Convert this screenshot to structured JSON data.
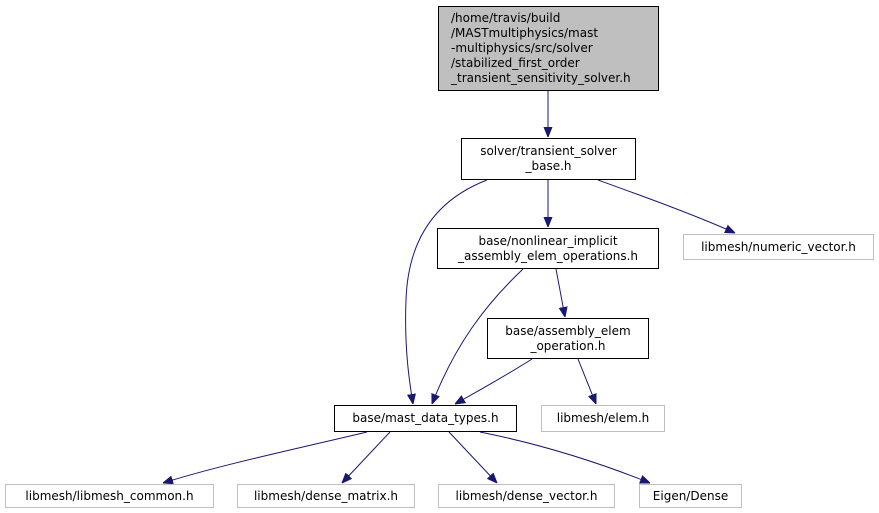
{
  "graph": {
    "colors": {
      "edge": "#191970",
      "root_fill": "#bfbfbf",
      "node_border": "#000000",
      "external_border": "#bfbfbf",
      "background": "#ffffff"
    },
    "nodes": {
      "root": {
        "lines": [
          "/home/travis/build",
          "/MASTmultiphysics/mast",
          "-multiphysics/src/solver",
          "/stabilized_first_order",
          "_transient_sensitivity_solver.h"
        ]
      },
      "transient_solver_base": {
        "lines": [
          "solver/transient_solver",
          "_base.h"
        ]
      },
      "nonlinear_implicit": {
        "lines": [
          "base/nonlinear_implicit",
          "_assembly_elem_operations.h"
        ]
      },
      "numeric_vector": {
        "lines": [
          "libmesh/numeric_vector.h"
        ]
      },
      "assembly_elem_operation": {
        "lines": [
          "base/assembly_elem",
          "_operation.h"
        ]
      },
      "mast_data_types": {
        "lines": [
          "base/mast_data_types.h"
        ]
      },
      "elem": {
        "lines": [
          "libmesh/elem.h"
        ]
      },
      "libmesh_common": {
        "lines": [
          "libmesh/libmesh_common.h"
        ]
      },
      "dense_matrix": {
        "lines": [
          "libmesh/dense_matrix.h"
        ]
      },
      "dense_vector": {
        "lines": [
          "libmesh/dense_vector.h"
        ]
      },
      "eigen_dense": {
        "lines": [
          "Eigen/Dense"
        ]
      }
    },
    "edges": [
      {
        "from": "root",
        "to": "transient_solver_base"
      },
      {
        "from": "transient_solver_base",
        "to": "nonlinear_implicit"
      },
      {
        "from": "transient_solver_base",
        "to": "numeric_vector"
      },
      {
        "from": "transient_solver_base",
        "to": "mast_data_types"
      },
      {
        "from": "nonlinear_implicit",
        "to": "assembly_elem_operation"
      },
      {
        "from": "nonlinear_implicit",
        "to": "mast_data_types"
      },
      {
        "from": "assembly_elem_operation",
        "to": "mast_data_types"
      },
      {
        "from": "assembly_elem_operation",
        "to": "elem"
      },
      {
        "from": "mast_data_types",
        "to": "libmesh_common"
      },
      {
        "from": "mast_data_types",
        "to": "dense_matrix"
      },
      {
        "from": "mast_data_types",
        "to": "dense_vector"
      },
      {
        "from": "mast_data_types",
        "to": "eigen_dense"
      }
    ]
  }
}
